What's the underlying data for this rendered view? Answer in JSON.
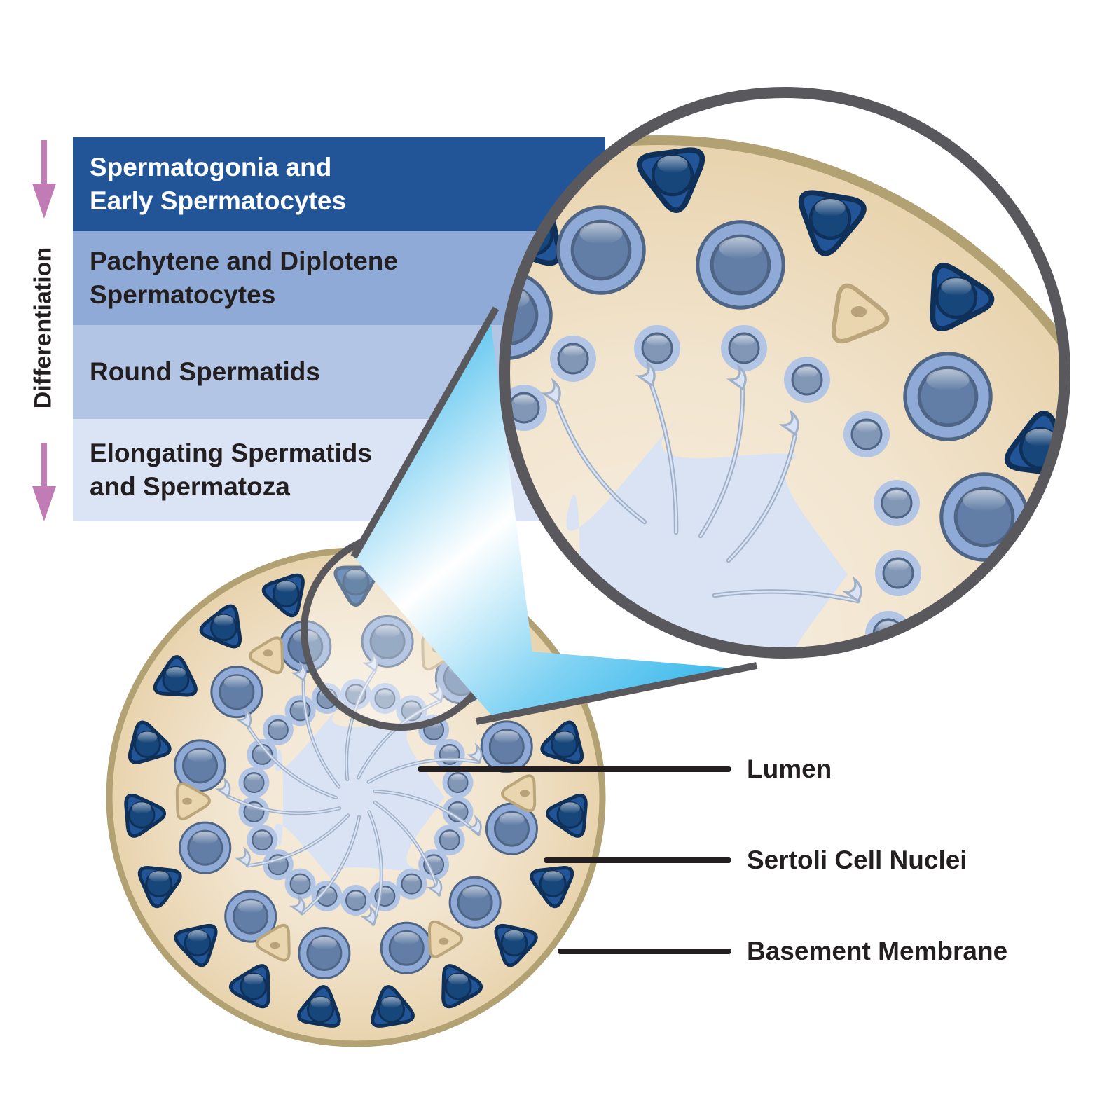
{
  "figure": {
    "title": "Seminiferous tubule cross-section with magnified inset",
    "axis_label": "Differentiation",
    "stages": [
      {
        "lines": [
          "Spermatogonia and",
          "Early Spermatocytes"
        ],
        "color": "#225597"
      },
      {
        "lines": [
          "Pachytene and Diplotene",
          "Spermatocytes"
        ],
        "color": "#8faad6"
      },
      {
        "lines": [
          "Round Spermatids"
        ],
        "color": "#b3c5e5"
      },
      {
        "lines": [
          "Elongating Spermatids",
          "and Spermatoza"
        ],
        "color": "#dbe4f4"
      }
    ],
    "callouts": [
      {
        "label": "Lumen",
        "target": "lumen"
      },
      {
        "label": "Sertoli Cell Nuclei",
        "target": "sertoli-nucleus"
      },
      {
        "label": "Basement Membrane",
        "target": "basement-membrane"
      }
    ]
  },
  "colors": {
    "arrow": "#c17cb5",
    "tubule_fill_outer": "#e8d3ad",
    "tubule_fill_inner": "#f7efe2",
    "basement_membrane": "#b1a173",
    "spermatogonia_fill": "#225597",
    "spermatogonia_outline": "#0f3059",
    "spermatogonia_nucleus": "#17467a",
    "spermatocyte_fill": "#8faad6",
    "spermatocyte_nucleus": "#627ea6",
    "spermatocyte_outline": "#4f6586",
    "round_spermatid_fill": "#b3c5e5",
    "round_spermatid_nucleus": "#8297b6",
    "lumen": "#d9e3f3",
    "sperm_stroke": "#9fb0c8",
    "sertoli_fill": "#e9d6ae",
    "sertoli_outline": "#bba57b",
    "sertoli_nucleus": "#b8a27b",
    "magnifier_ring": "#59585d",
    "beam_light": "#ffffff",
    "beam_dark": "#2fb4ea",
    "leader_line": "#231f20"
  },
  "cell_counts": {
    "small_tubule": {
      "spermatogonia": 19,
      "spermatocytes": 12,
      "round_spermatids": 22,
      "sertoli_nuclei": 6,
      "elongating_spermatids": 11
    },
    "magnified_inset": {
      "spermatogonia": 5,
      "spermatocytes": 5,
      "round_spermatids": 10,
      "sertoli_nuclei": 1,
      "elongating_spermatids": 5
    }
  }
}
